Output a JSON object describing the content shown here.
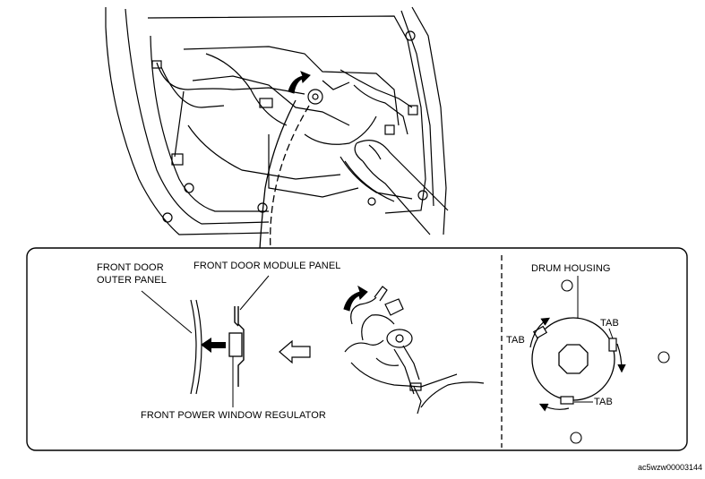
{
  "labels": {
    "outer_panel_line1": "FRONT DOOR",
    "outer_panel_line2": "OUTER PANEL",
    "module_panel": "FRONT DOOR MODULE PANEL",
    "regulator": "FRONT POWER WINDOW REGULATOR",
    "drum_housing": "DRUM HOUSING",
    "tab_right": "TAB",
    "tab_left": "TAB",
    "tab_bottom": "TAB"
  },
  "figure_code": "ac5wzw00003144"
}
